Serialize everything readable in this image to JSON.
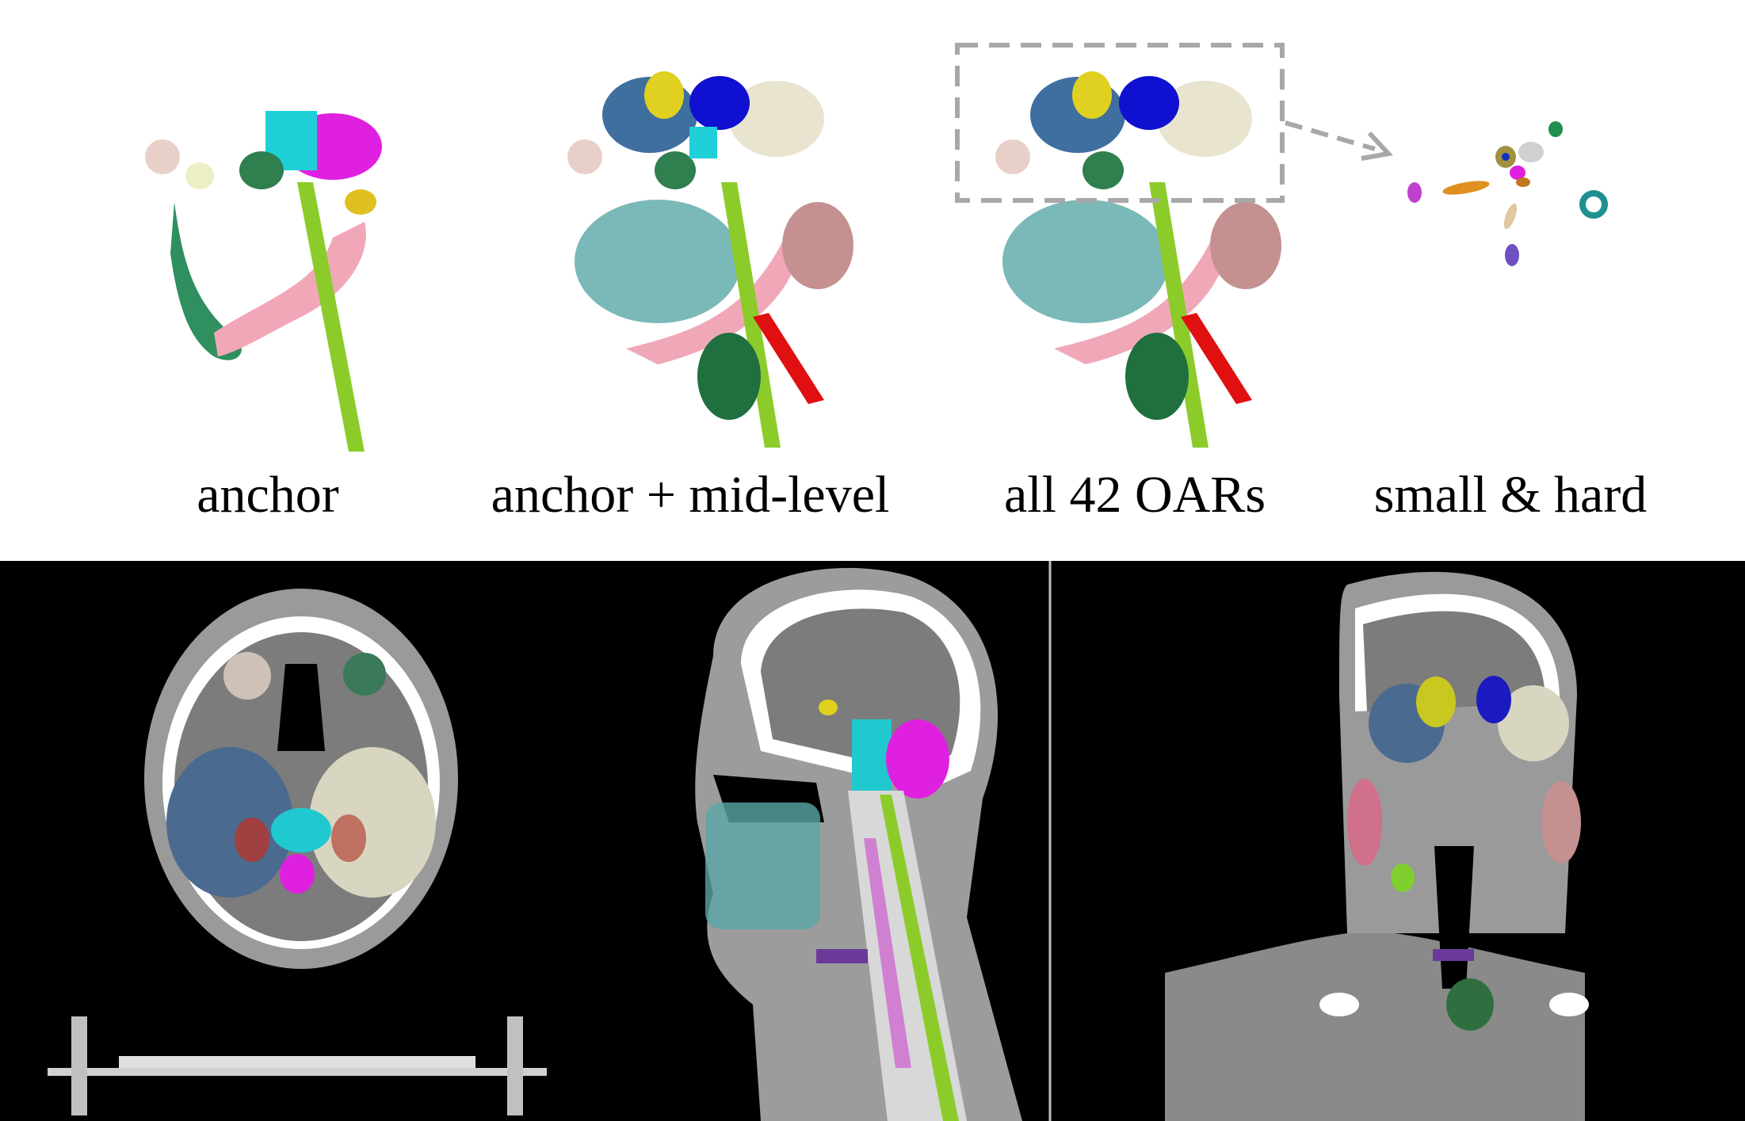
{
  "figure": {
    "captions": [
      "anchor",
      "anchor + mid-level",
      "all 42 OARs",
      "small & hard"
    ]
  },
  "colors": {
    "background_top": "#ffffff",
    "background_bottom": "#000000",
    "zoom_box": "#a8a8a8",
    "spinal_cord": "#8ccc2a",
    "mandible": "#f0a8b8",
    "brainstem": "#e020e0",
    "chiasm_region": "#20d0d8",
    "cerebellum_left": "#3f6f9f",
    "cerebellum_right": "#e8e4d0",
    "eye": "#e8d0c8",
    "esophagus": "#1f6f3f",
    "carotid": "#e01010",
    "oral_cavity": "#5aa6a6"
  }
}
